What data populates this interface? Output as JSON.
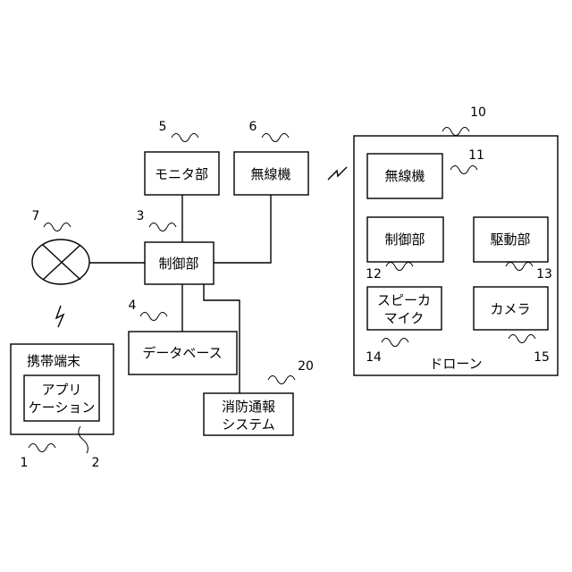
{
  "blocks": {
    "monitor": "モニタ部",
    "radio": "無線機",
    "controller": "制御部",
    "database": "データベース",
    "fire_system": [
      "消防通報",
      "システム"
    ],
    "mobile_terminal": "携帯端末",
    "application": [
      "アプリ",
      "ケーション"
    ],
    "drone_radio": "無線機",
    "drone_controller": "制御部",
    "drive_unit": "駆動部",
    "speaker_mic": [
      "スピーカ",
      "マイク"
    ],
    "camera": "カメラ",
    "drone_label": "ドローン"
  },
  "refs": {
    "mobile_terminal": "1",
    "application": "2",
    "controller": "3",
    "database": "4",
    "monitor": "5",
    "radio": "6",
    "alarm": "7",
    "drone": "10",
    "drone_radio": "11",
    "drone_controller": "12",
    "drive_unit": "13",
    "speaker_mic": "14",
    "camera": "15",
    "fire_system": "20"
  }
}
